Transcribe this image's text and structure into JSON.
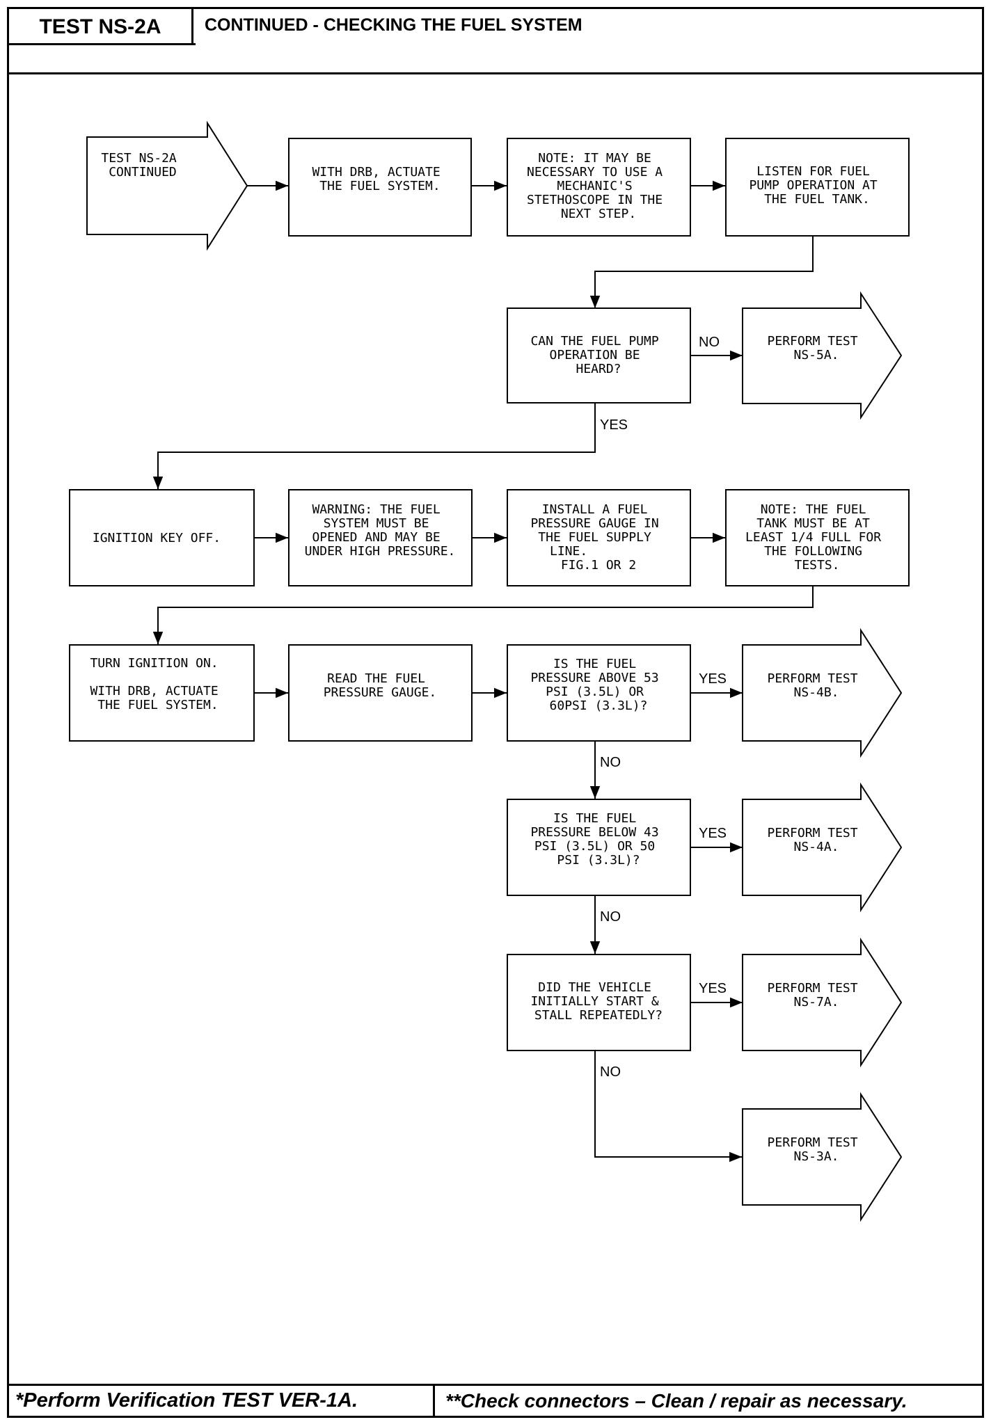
{
  "header": {
    "test_id": "TEST NS-2A",
    "title": "CONTINUED - CHECKING THE FUEL SYSTEM"
  },
  "flowchart": {
    "start": [
      "TEST NS-2A",
      "CONTINUED"
    ],
    "row1": {
      "actuate": [
        "WITH DRB, ACTUATE",
        "THE FUEL SYSTEM."
      ],
      "note_stethoscope": [
        "NOTE: IT MAY BE",
        "NECESSARY TO USE A",
        "MECHANIC'S",
        "STETHOSCOPE IN THE",
        "NEXT STEP."
      ],
      "listen": [
        "LISTEN FOR FUEL",
        "PUMP OPERATION AT",
        "THE FUEL TANK."
      ]
    },
    "pump_question": [
      "CAN THE FUEL PUMP",
      "OPERATION BE",
      "HEARD?"
    ],
    "test_5a": [
      "PERFORM TEST",
      "NS-5A."
    ],
    "row3": {
      "ignition_off": [
        "IGNITION KEY OFF."
      ],
      "warning": [
        "WARNING: THE FUEL",
        "SYSTEM MUST BE",
        "OPENED AND MAY BE",
        "UNDER HIGH PRESSURE."
      ],
      "install_gauge": [
        "INSTALL A FUEL",
        "PRESSURE GAUGE IN",
        "THE FUEL SUPPLY",
        "LINE.",
        "FIG.1 OR 2"
      ],
      "note_tank": [
        "NOTE: THE FUEL",
        "TANK MUST BE AT",
        "LEAST 1/4 FULL FOR",
        "THE FOLLOWING",
        "TESTS."
      ]
    },
    "row4": {
      "turn_on": [
        "TURN IGNITION ON.",
        "",
        "WITH DRB, ACTUATE",
        "THE FUEL SYSTEM."
      ],
      "read_gauge": [
        "READ THE FUEL",
        "PRESSURE GAUGE."
      ]
    },
    "q_above": [
      "IS THE FUEL",
      "PRESSURE ABOVE 53",
      "PSI (3.5L) OR",
      "60PSI (3.3L)?"
    ],
    "test_4b": [
      "PERFORM TEST",
      "NS-4B."
    ],
    "q_below": [
      "IS THE FUEL",
      "PRESSURE BELOW 43",
      "PSI (3.5L) OR 50",
      "PSI (3.3L)?"
    ],
    "test_4a": [
      "PERFORM TEST",
      "NS-4A."
    ],
    "q_stall": [
      "DID THE VEHICLE",
      "INITIALLY START &",
      "STALL REPEATEDLY?"
    ],
    "test_7a": [
      "PERFORM TEST",
      "NS-7A."
    ],
    "test_3a": [
      "PERFORM TEST",
      "NS-3A."
    ],
    "labels": {
      "no": "NO",
      "yes": "YES"
    }
  },
  "footer": {
    "left": "*Perform Verification TEST VER-1A.",
    "right": "**Check connectors – Clean / repair as necessary."
  }
}
